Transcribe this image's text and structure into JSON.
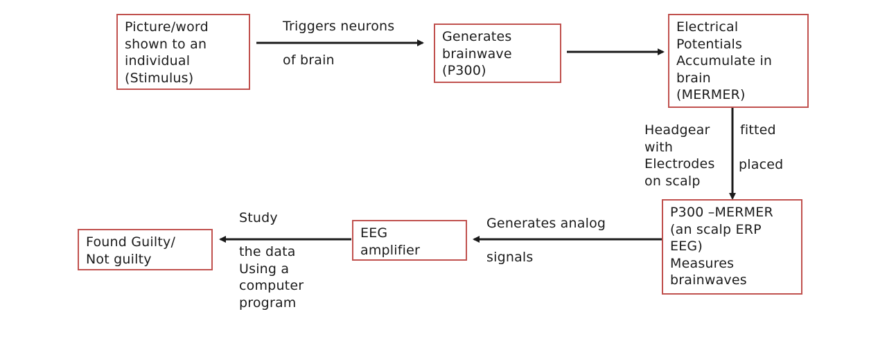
{
  "boxes": {
    "stimulus": "Picture/word\nshown to an\nindividual\n(Stimulus)",
    "p300": "Generates\nbrainwave\n(P300)",
    "mermer": "Electrical\nPotentials\nAccumulate in\nbrain\n(MERMER)",
    "measure": "P300 –MERMER\n(an scalp ERP\nEEG)\nMeasures\nbrainwaves",
    "eeg_amp": "EEG\namplifier",
    "verdict": "Found Guilty/\nNot guilty"
  },
  "labels": {
    "triggers_top": "Triggers neurons",
    "triggers_bottom": "of brain",
    "headgear_left": "Headgear\nwith\nElectrodes\non scalp",
    "headgear_right_top": "fitted",
    "headgear_right_bottom": "placed",
    "analog_top": "Generates analog",
    "analog_bottom": "signals",
    "study_top": "Study",
    "study_bottom": "the data\nUsing a\ncomputer\nprogram"
  },
  "colors": {
    "box_border": "#c0504d",
    "arrow": "#1a1a1a"
  }
}
